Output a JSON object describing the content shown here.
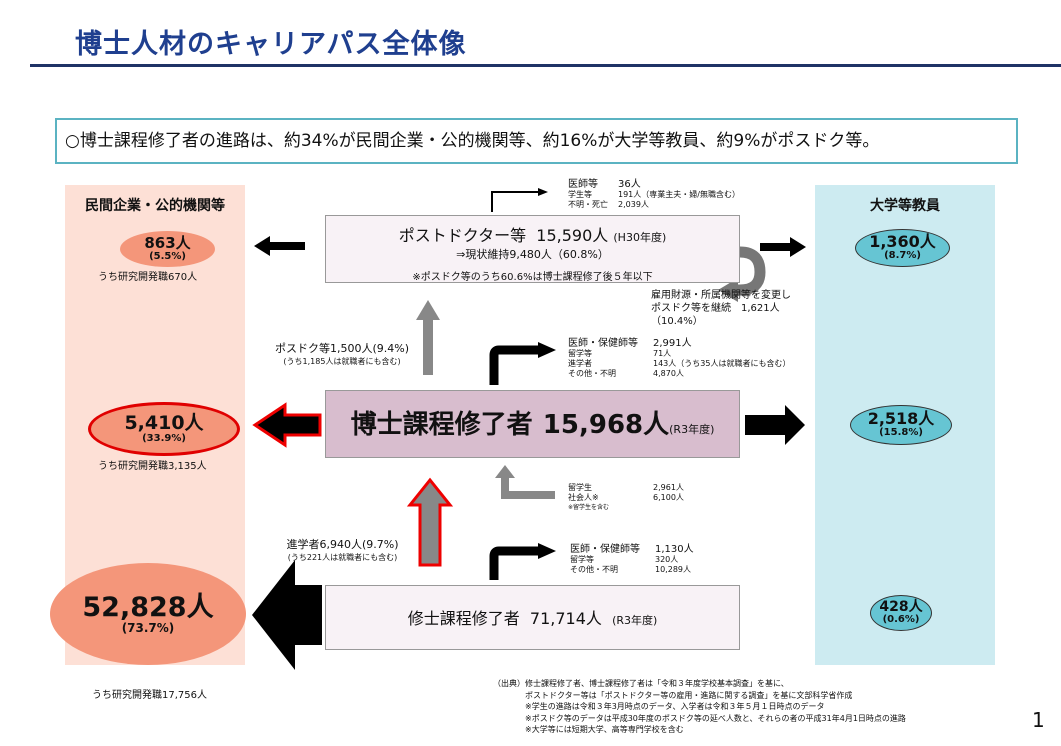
{
  "title": "博士人材のキャリアパス全体像",
  "summary": "○博士課程修了者の進路は、約34%が民間企業・公的機関等、約16%が大学等教員、約9%がポスドク等。",
  "left_column": {
    "title": "民間企業・公的機関等",
    "postdoc": {
      "count": "863人",
      "pct": "(5.5%)",
      "note": "うち研究開発職670人"
    },
    "doctor": {
      "count": "5,410人",
      "pct": "(33.9%)",
      "note": "うち研究開発職3,135人"
    },
    "master": {
      "count": "52,828人",
      "pct": "(73.7%)",
      "note": "うち研究開発職17,756人"
    }
  },
  "right_column": {
    "title": "大学等教員",
    "postdoc": {
      "count": "1,360人",
      "pct": "(8.7%)"
    },
    "doctor": {
      "count": "2,518人",
      "pct": "(15.8%)"
    },
    "master": {
      "count": "428人",
      "pct": "(0.6%)"
    }
  },
  "postdoc_box": {
    "label": "ポストドクター等",
    "count": "15,590人",
    "year": "(H30年度)",
    "sub": "⇒現状維持9,480人（60.8%）",
    "note": "※ポスドク等のうち60.6%は博士課程修了後５年以下"
  },
  "postdoc_other": [
    {
      "k": "医師等",
      "v": "36人"
    },
    {
      "k": "学生等",
      "v": "191人（専業主夫・婦/無職含む）"
    },
    {
      "k": "不明・死亡",
      "v": "2,039人"
    }
  ],
  "postdoc_continue": {
    "line1": "雇用財源・所属機関等を変更し",
    "line2": "ポスドク等を継続　1,621人",
    "line3": "（10.4%）"
  },
  "to_postdoc": {
    "main": "ポスドク等1,500人(9.4%)",
    "sub": "(うち1,185人は就職者にも含む)"
  },
  "doctor_box": {
    "label": "博士課程修了者",
    "count": "15,968人",
    "year": "(R3年度)"
  },
  "doctor_other": [
    {
      "k": "医師・保健師等",
      "v": "2,991人"
    },
    {
      "k": "留学等",
      "v": "71人"
    },
    {
      "k": "進学者",
      "v": "143人（うち35人は就職者にも含む）"
    },
    {
      "k": "その他・不明",
      "v": "4,870人"
    }
  ],
  "doctor_entry": [
    {
      "k": "留学生",
      "v": "2,961人"
    },
    {
      "k": "社会人※",
      "v": "6,100人"
    }
  ],
  "doctor_entry_note": "※留学生を含む",
  "to_doctor": {
    "main": "進学者6,940人(9.7%)",
    "sub": "(うち221人は就職者にも含む)"
  },
  "master_box": {
    "label": "修士課程修了者",
    "count": "71,714人",
    "year": "(R3年度)"
  },
  "master_other": [
    {
      "k": "医師・保健師等",
      "v": "1,130人"
    },
    {
      "k": "留学等",
      "v": "320人"
    },
    {
      "k": "その他・不明",
      "v": "10,289人"
    }
  ],
  "source": [
    "（出典）修士課程修了者、博士課程修了者は「令和３年度学校基本調査」を基に、",
    "ポストドクター等は「ポストドクター等の雇用・進路に関する調査」を基に文部科学省作成",
    "※学生の進路は令和３年3月時点のデータ、入学者は令和３年５月１日時点のデータ",
    "※ポスドク等のデータは平成30年度のポスドク等の延べ人数と、それらの者の平成31年4月1日時点の進路",
    "※大学等には短期大学、高等専門学校を含む"
  ],
  "page_number": "1"
}
